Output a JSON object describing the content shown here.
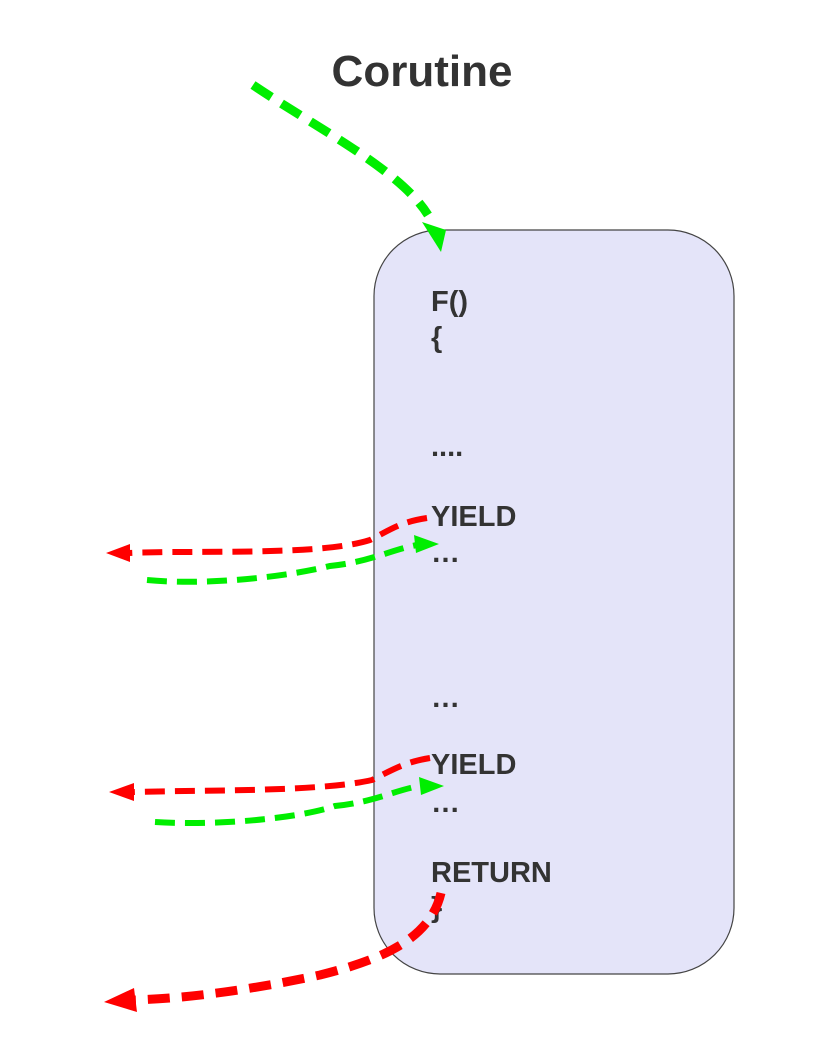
{
  "title": "Corutine",
  "function_box": {
    "lines": [
      "F()",
      "{",
      "....",
      "YIELD",
      "…",
      "…",
      "YIELD",
      "…",
      "RETURN",
      "}"
    ]
  },
  "colors": {
    "box_fill": "#e4e4f9",
    "box_stroke": "#444444",
    "enter_arrow": "#00ee00",
    "exit_arrow": "#ff0000",
    "text": "#333333"
  },
  "arrows": [
    {
      "name": "entry",
      "kind": "enter",
      "from": "outside",
      "to": "function start"
    },
    {
      "name": "yield-1-out",
      "kind": "exit",
      "from": "YIELD",
      "to": "caller"
    },
    {
      "name": "yield-1-resume",
      "kind": "enter",
      "from": "caller",
      "to": "after YIELD"
    },
    {
      "name": "yield-2-out",
      "kind": "exit",
      "from": "YIELD",
      "to": "caller"
    },
    {
      "name": "yield-2-resume",
      "kind": "enter",
      "from": "caller",
      "to": "after YIELD"
    },
    {
      "name": "return-out",
      "kind": "exit",
      "from": "RETURN",
      "to": "caller"
    }
  ]
}
